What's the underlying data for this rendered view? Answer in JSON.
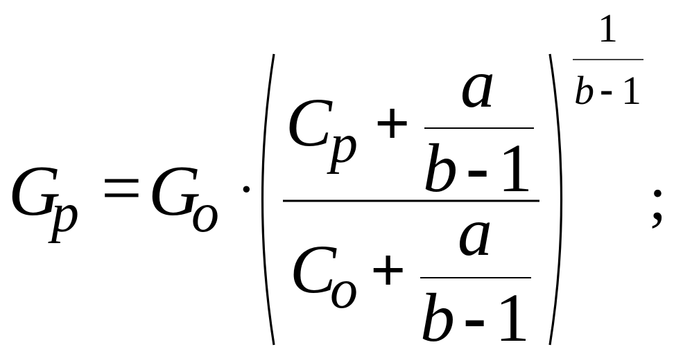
{
  "formula": {
    "lhs": {
      "symbol": "G",
      "subscript": "p"
    },
    "equals": "=",
    "factor": {
      "symbol": "G",
      "subscript": "o"
    },
    "dot": "·",
    "numerator": {
      "symbol": "C",
      "subscript": "p",
      "plus": "+",
      "frac_top": "a",
      "frac_bottom_var": "b",
      "frac_bottom_minus": "-",
      "frac_bottom_const": "1"
    },
    "denominator": {
      "symbol": "C",
      "subscript": "o",
      "plus": "+",
      "frac_top": "a",
      "frac_bottom_var": "b",
      "frac_bottom_minus": "-",
      "frac_bottom_const": "1"
    },
    "exponent": {
      "top": "1",
      "bottom_var": "b",
      "bottom_minus": "-",
      "bottom_const": "1"
    },
    "terminator": ";"
  }
}
